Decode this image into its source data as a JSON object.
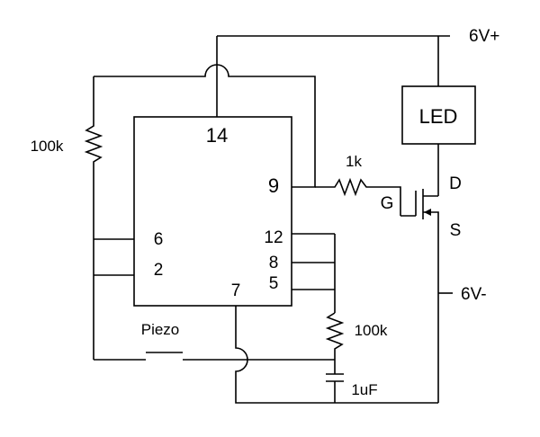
{
  "supply": {
    "positive": "6V+",
    "negative": "6V-"
  },
  "led": {
    "label": "LED"
  },
  "ic": {
    "pins": {
      "p14": "14",
      "p9": "9",
      "p12": "12",
      "p8": "8",
      "p5": "5",
      "p6": "6",
      "p2": "2",
      "p7": "7"
    }
  },
  "resistors": {
    "r_left": "100k",
    "r_gate": "1k",
    "r_timing": "100k"
  },
  "capacitor": {
    "label": "1uF"
  },
  "piezo": {
    "label": "Piezo"
  },
  "mosfet": {
    "gate": "G",
    "drain": "D",
    "source": "S"
  }
}
